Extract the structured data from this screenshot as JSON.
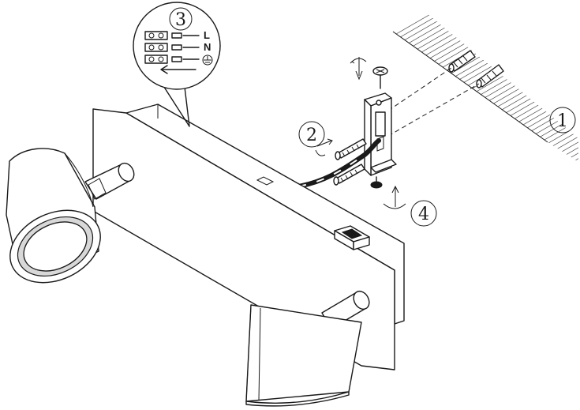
{
  "steps": [
    {
      "id": "1",
      "label": "1"
    },
    {
      "id": "2",
      "label": "2"
    },
    {
      "id": "3",
      "label": "3"
    },
    {
      "id": "4",
      "label": "4"
    }
  ],
  "wiring": {
    "live": "L",
    "neutral": "N"
  },
  "icons": {
    "ground": "ground-symbol-icon",
    "rotate": "rotate-arrow-icon"
  }
}
